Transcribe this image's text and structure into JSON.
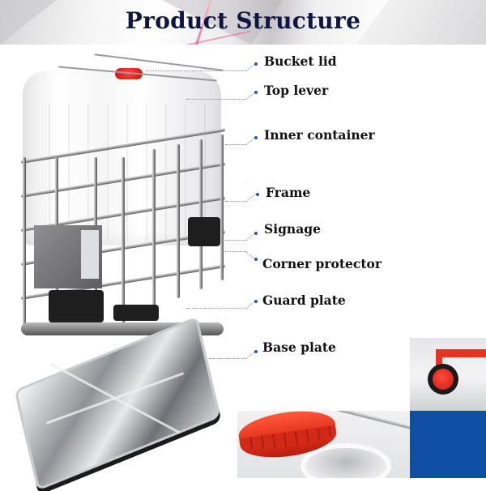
{
  "header": {
    "title": "Product Structure"
  },
  "diagram": {
    "subject": "IBC tote container",
    "labels": [
      {
        "id": "bucket-lid",
        "text": "Bucket lid"
      },
      {
        "id": "top-lever",
        "text": "Top lever"
      },
      {
        "id": "inner-container",
        "text": "Inner container"
      },
      {
        "id": "frame",
        "text": "Frame"
      },
      {
        "id": "signage",
        "text": "Signage"
      },
      {
        "id": "corner-protector",
        "text": "Corner protector"
      },
      {
        "id": "guard-plate",
        "text": "Guard plate"
      },
      {
        "id": "base-plate",
        "text": "Base plate"
      }
    ]
  },
  "photos": {
    "valve": "outlet-valve-photo",
    "cap": "red-screw-cap-photo"
  },
  "colors": {
    "title": "#101640",
    "label": "#111111",
    "bullet": "#2a5aa8",
    "accent_blue": "#0f4fa3",
    "cap_red": "#e2301c"
  }
}
